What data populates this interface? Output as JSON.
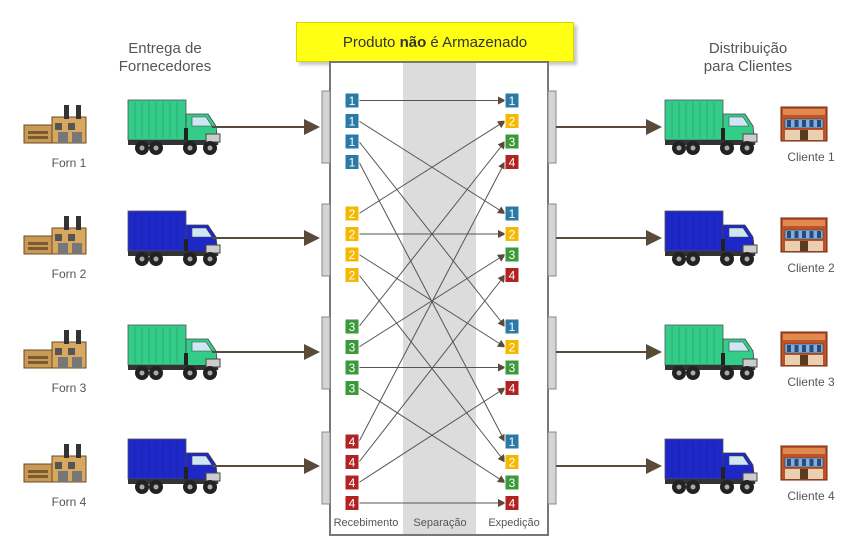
{
  "title": {
    "prefix": "Produto ",
    "bold": "não",
    "suffix": " é Armazenado"
  },
  "header_left": {
    "line1": "Entrega de",
    "line2": "Fornecedores"
  },
  "header_right": {
    "line1": "Distribuição",
    "line2": "para Clientes"
  },
  "suppliers": [
    "Forn 1",
    "Forn 2",
    "Forn 3",
    "Forn 4"
  ],
  "clients": [
    "Cliente 1",
    "Cliente 2",
    "Cliente 3",
    "Cliente 4"
  ],
  "zones": [
    "Recebimento",
    "Separação",
    "Expedição"
  ],
  "inbound_labels": [
    "1",
    "2",
    "3",
    "4"
  ],
  "outbound_labels": [
    "1",
    "2",
    "3",
    "4"
  ],
  "colors": {
    "c1": "#2b7aa6",
    "c2": "#f5b800",
    "c3": "#3a9a3a",
    "c4": "#b22222",
    "truck_green": "#33cc88",
    "truck_blue": "#1e28c8",
    "title_bg": "#ffff14",
    "arrow": "#5a4a3a"
  }
}
